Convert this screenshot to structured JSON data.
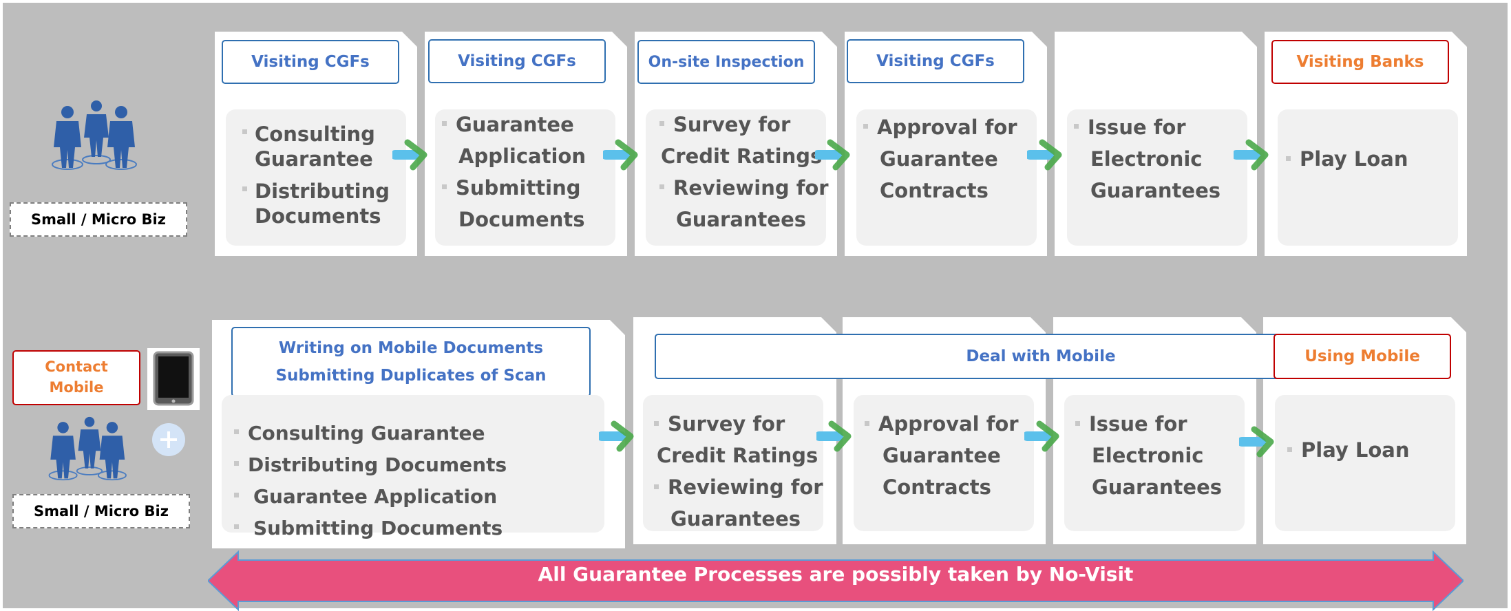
{
  "row1": {
    "actor_label": "Small / Micro Biz",
    "steps": [
      {
        "header": "Visiting CGFs",
        "lines": [
          "Consulting",
          "Guarantee",
          "Distributing",
          "Documents"
        ]
      },
      {
        "header": "Visiting CGFs",
        "lines": [
          "Guarantee",
          "Application",
          "Submitting",
          "Documents"
        ]
      },
      {
        "header": "On-site Inspection",
        "lines": [
          "Survey for",
          "Credit Ratings",
          "Reviewing for",
          "Guarantees"
        ]
      },
      {
        "header": "Visiting CGFs",
        "lines": [
          "Approval for",
          "Guarantee",
          "Contracts"
        ]
      },
      {
        "header": "",
        "lines": [
          "Issue for",
          "Electronic",
          "Guarantees"
        ]
      },
      {
        "header": "Visiting Banks",
        "lines": [
          "Play Loan"
        ]
      }
    ]
  },
  "row2": {
    "contact_label": [
      "Contact",
      "Mobile"
    ],
    "actor_label": "Small / Micro Biz",
    "first_header": [
      "Writing on Mobile Documents",
      "Submitting Duplicates of Scan"
    ],
    "first_lines": [
      "Consulting Guarantee",
      "Distributing Documents",
      "Guarantee Application",
      "Submitting Documents"
    ],
    "mobile_header": "Deal with Mobile",
    "steps": [
      {
        "lines": [
          "Survey for",
          "Credit Ratings",
          "Reviewing for",
          "Guarantees"
        ]
      },
      {
        "lines": [
          "Approval for",
          "Guarantee",
          "Contracts"
        ]
      },
      {
        "lines": [
          "Issue for",
          "Electronic",
          "Guarantees"
        ]
      }
    ],
    "last_header": "Using Mobile",
    "last_lines": [
      "Play Loan"
    ]
  },
  "banner": "All Guarantee Processes  are possibly taken by No-Visit",
  "colors": {
    "background": "#bdbdbd",
    "header_blue": "#4472c4",
    "header_orange": "#ed7d31",
    "banner": "#e8507d"
  },
  "icons": [
    "people-group-icon",
    "tablet-icon",
    "plus-icon",
    "chevron-arrow-icon"
  ]
}
